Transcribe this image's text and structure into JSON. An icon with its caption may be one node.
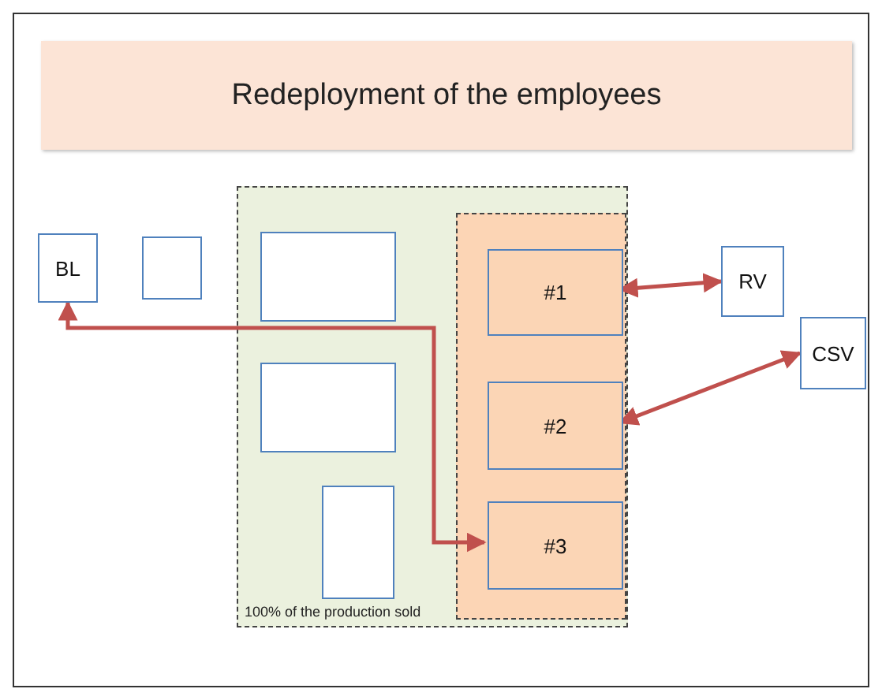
{
  "diagram": {
    "title": "Redeployment of the employees",
    "nodes": [
      {
        "text": [
          "BL"
        ]
      },
      {
        "text": [],
        "shape": "box"
      },
      {
        "text": [
          "100% of the production sold"
        ]
      },
      {
        "text": [],
        "shape": "box",
        "in": 2
      },
      {
        "text": [],
        "shape": "box",
        "in": 2
      },
      {
        "text": [],
        "shape": "box",
        "in": 2
      },
      {
        "text": [],
        "shape": "box",
        "in": 2
      },
      {
        "text": [
          "#1"
        ],
        "in": 6
      },
      {
        "text": [
          "#2"
        ],
        "in": 6
      },
      {
        "text": [
          "#3"
        ],
        "in": 6
      },
      {
        "text": [
          "RV"
        ]
      },
      {
        "text": [
          "CSV"
        ]
      }
    ],
    "edges": [
      {
        "from": 7,
        "to": 10,
        "arrow": "both"
      },
      {
        "from": 8,
        "to": 11,
        "arrow": "both"
      },
      {
        "from": 0,
        "to": 9,
        "arrow": "both"
      }
    ]
  }
}
